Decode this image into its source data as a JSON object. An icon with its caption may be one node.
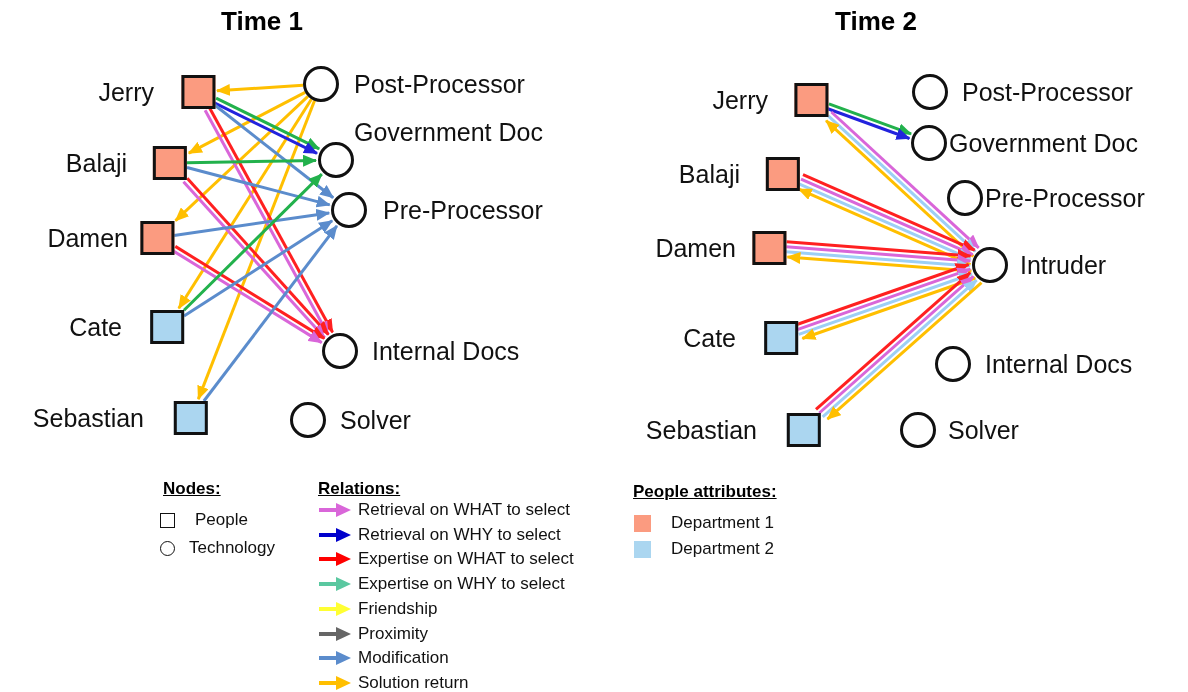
{
  "diagram": {
    "nodes": [
      {
        "text": [],
        "shape": "box",
        "beside": [
          "Jerry"
        ]
      },
      {
        "text": [],
        "shape": "box",
        "beside": [
          "Balaji"
        ]
      },
      {
        "text": [],
        "shape": "box",
        "beside": [
          "Damen"
        ]
      },
      {
        "text": [],
        "shape": "box",
        "beside": [
          "Cate"
        ]
      },
      {
        "text": [],
        "shape": "box",
        "beside": [
          "Sebastian"
        ]
      },
      {
        "text": [],
        "shape": "circle",
        "beside": [
          "Post-Processor"
        ]
      },
      {
        "text": [],
        "shape": "circle",
        "beside": [
          "Government Doc"
        ]
      },
      {
        "text": [],
        "shape": "circle",
        "beside": [
          "Pre-Processor"
        ]
      },
      {
        "text": [],
        "shape": "circle",
        "beside": [
          "Internal Docs"
        ]
      },
      {
        "text": [],
        "shape": "circle",
        "beside": [
          "Solver"
        ]
      },
      {
        "text": [],
        "shape": "box",
        "beside": [
          "Jerry"
        ]
      },
      {
        "text": [],
        "shape": "box",
        "beside": [
          "Balaji"
        ]
      },
      {
        "text": [],
        "shape": "box",
        "beside": [
          "Damen"
        ]
      },
      {
        "text": [],
        "shape": "box",
        "beside": [
          "Cate"
        ]
      },
      {
        "text": [],
        "shape": "box",
        "beside": [
          "Sebastian"
        ]
      },
      {
        "text": [],
        "shape": "circle",
        "beside": [
          "Post-Processor"
        ]
      },
      {
        "text": [],
        "shape": "circle",
        "beside": [
          "Government Doc"
        ]
      },
      {
        "text": [],
        "shape": "circle",
        "beside": [
          "Pre-Processor"
        ]
      },
      {
        "text": [],
        "shape": "circle",
        "beside": [
          "Intruder"
        ]
      },
      {
        "text": [],
        "shape": "circle",
        "beside": [
          "Internal Docs"
        ]
      },
      {
        "text": [],
        "shape": "circle",
        "beside": [
          "Solver"
        ]
      }
    ],
    "edges": [
      {
        "from": 5,
        "to": 0,
        "arrow": "to",
        "color": "#ffbf00"
      },
      {
        "from": 5,
        "to": 1,
        "arrow": "to",
        "color": "#ffbf00"
      },
      {
        "from": 5,
        "to": 2,
        "arrow": "to",
        "color": "#ffbf00"
      },
      {
        "from": 5,
        "to": 3,
        "arrow": "to",
        "color": "#ffbf00"
      },
      {
        "from": 5,
        "to": 4,
        "arrow": "to",
        "color": "#ffbf00"
      },
      {
        "from": 0,
        "to": 6,
        "arrow": "to",
        "color": "#22b14c"
      },
      {
        "from": 0,
        "to": 6,
        "arrow": "to",
        "color": "#2222dd"
      },
      {
        "from": 0,
        "to": 7,
        "arrow": "to",
        "color": "#5b8ccc"
      },
      {
        "from": 0,
        "to": 8,
        "arrow": "to",
        "color": "#ff2020"
      },
      {
        "from": 0,
        "to": 8,
        "arrow": "to",
        "color": "#d966d9"
      },
      {
        "from": 1,
        "to": 6,
        "arrow": "to",
        "color": "#22b14c"
      },
      {
        "from": 1,
        "to": 7,
        "arrow": "to",
        "color": "#5b8ccc"
      },
      {
        "from": 1,
        "to": 8,
        "arrow": "to",
        "color": "#ff2020"
      },
      {
        "from": 1,
        "to": 8,
        "arrow": "to",
        "color": "#d966d9"
      },
      {
        "from": 2,
        "to": 7,
        "arrow": "to",
        "color": "#5b8ccc"
      },
      {
        "from": 2,
        "to": 8,
        "arrow": "to",
        "color": "#ff2020"
      },
      {
        "from": 2,
        "to": 8,
        "arrow": "to",
        "color": "#d966d9"
      },
      {
        "from": 3,
        "to": 6,
        "arrow": "to",
        "color": "#22b14c"
      },
      {
        "from": 3,
        "to": 7,
        "arrow": "to",
        "color": "#5b8ccc"
      },
      {
        "from": 4,
        "to": 7,
        "arrow": "to",
        "color": "#5b8ccc"
      },
      {
        "from": 10,
        "to": 16,
        "arrow": "to",
        "color": "#22b14c"
      },
      {
        "from": 10,
        "to": 16,
        "arrow": "to",
        "color": "#2222dd"
      },
      {
        "from": 10,
        "to": 18,
        "arrow": "to",
        "color": "#d966d9"
      },
      {
        "from": 10,
        "to": 18,
        "arrow": "to",
        "color": "#9dcff5"
      },
      {
        "from": 18,
        "to": 10,
        "arrow": "to",
        "color": "#ffbf00"
      },
      {
        "from": 11,
        "to": 18,
        "arrow": "to",
        "color": "#ff2020"
      },
      {
        "from": 11,
        "to": 18,
        "arrow": "to",
        "color": "#d966d9"
      },
      {
        "from": 11,
        "to": 18,
        "arrow": "to",
        "color": "#9dcff5"
      },
      {
        "from": 18,
        "to": 11,
        "arrow": "to",
        "color": "#ffbf00"
      },
      {
        "from": 12,
        "to": 18,
        "arrow": "to",
        "color": "#ff2020"
      },
      {
        "from": 12,
        "to": 18,
        "arrow": "to",
        "color": "#d966d9"
      },
      {
        "from": 12,
        "to": 18,
        "arrow": "to",
        "color": "#9dcff5"
      },
      {
        "from": 18,
        "to": 12,
        "arrow": "to",
        "color": "#ffbf00"
      },
      {
        "from": 13,
        "to": 18,
        "arrow": "to",
        "color": "#ff2020"
      },
      {
        "from": 13,
        "to": 18,
        "arrow": "to",
        "color": "#d966d9"
      },
      {
        "from": 13,
        "to": 18,
        "arrow": "to",
        "color": "#9dcff5"
      },
      {
        "from": 18,
        "to": 13,
        "arrow": "to",
        "color": "#ffbf00"
      },
      {
        "from": 14,
        "to": 18,
        "arrow": "to",
        "color": "#ff2020"
      },
      {
        "from": 14,
        "to": 18,
        "arrow": "to",
        "color": "#d966d9"
      },
      {
        "from": 14,
        "to": 18,
        "arrow": "to",
        "color": "#9dcff5"
      },
      {
        "from": 18,
        "to": 14,
        "arrow": "to",
        "color": "#ffbf00"
      }
    ],
    "labels": [
      "Time 1",
      "Time 2",
      "Nodes:",
      "Relations:",
      "People attributes:"
    ],
    "legend": [
      {
        "text": "People"
      },
      {
        "text": "Technology"
      },
      {
        "text": "Retrieval on WHAT to select"
      },
      {
        "text": "Retrieval on WHY to select"
      },
      {
        "text": "Expertise on WHAT to select"
      },
      {
        "text": "Expertise on WHY to select"
      },
      {
        "text": "Friendship"
      },
      {
        "text": "Proximity"
      },
      {
        "text": "Modification"
      },
      {
        "text": "Solution return"
      },
      {
        "text": "Department 1",
        "color": "#fb9b80"
      },
      {
        "text": "Department 2",
        "color": "#abd6f0"
      }
    ]
  }
}
